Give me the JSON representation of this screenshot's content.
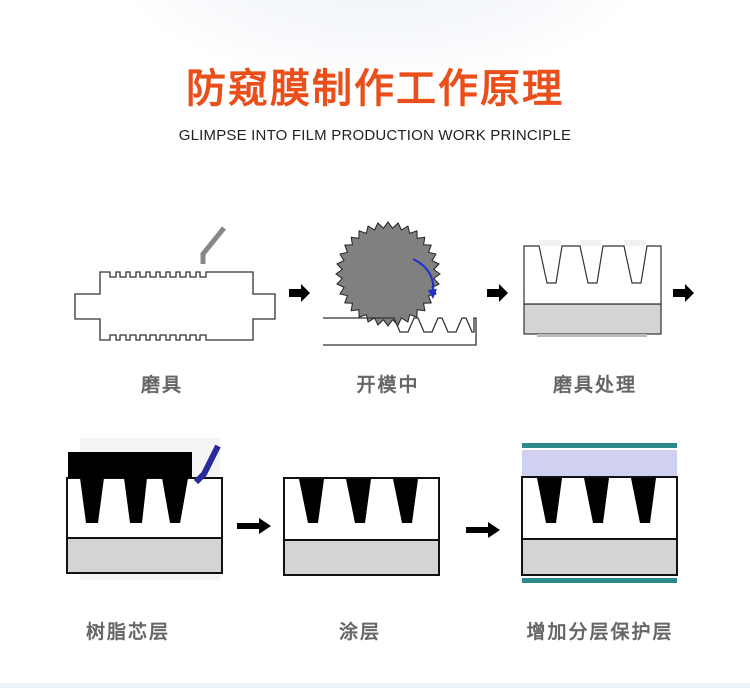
{
  "header": {
    "title": "防窥膜制作工作原理",
    "subtitle": "GLIMPSE INTO FILM PRODUCTION WORK PRINCIPLE"
  },
  "colors": {
    "title": "#ea4f1b",
    "caption": "#666666",
    "gear": "#808080",
    "rotation_arrow": "#1f2fd0",
    "resin_applicator": "#2a2a9a",
    "substrate": "#d4d4d4",
    "protective_layer": "#d0d0f0",
    "protective_edge": "#2e8a8a"
  },
  "steps": [
    {
      "index": 1,
      "label": "磨具"
    },
    {
      "index": 2,
      "label": "开模中"
    },
    {
      "index": 3,
      "label": "磨具处理"
    },
    {
      "index": 4,
      "label": "树脂芯层"
    },
    {
      "index": 5,
      "label": "涂层"
    },
    {
      "index": 6,
      "label": "增加分层保护层"
    }
  ],
  "arrows": [
    "arrow-right",
    "arrow-right",
    "arrow-right",
    "arrow-right",
    "arrow-right"
  ]
}
